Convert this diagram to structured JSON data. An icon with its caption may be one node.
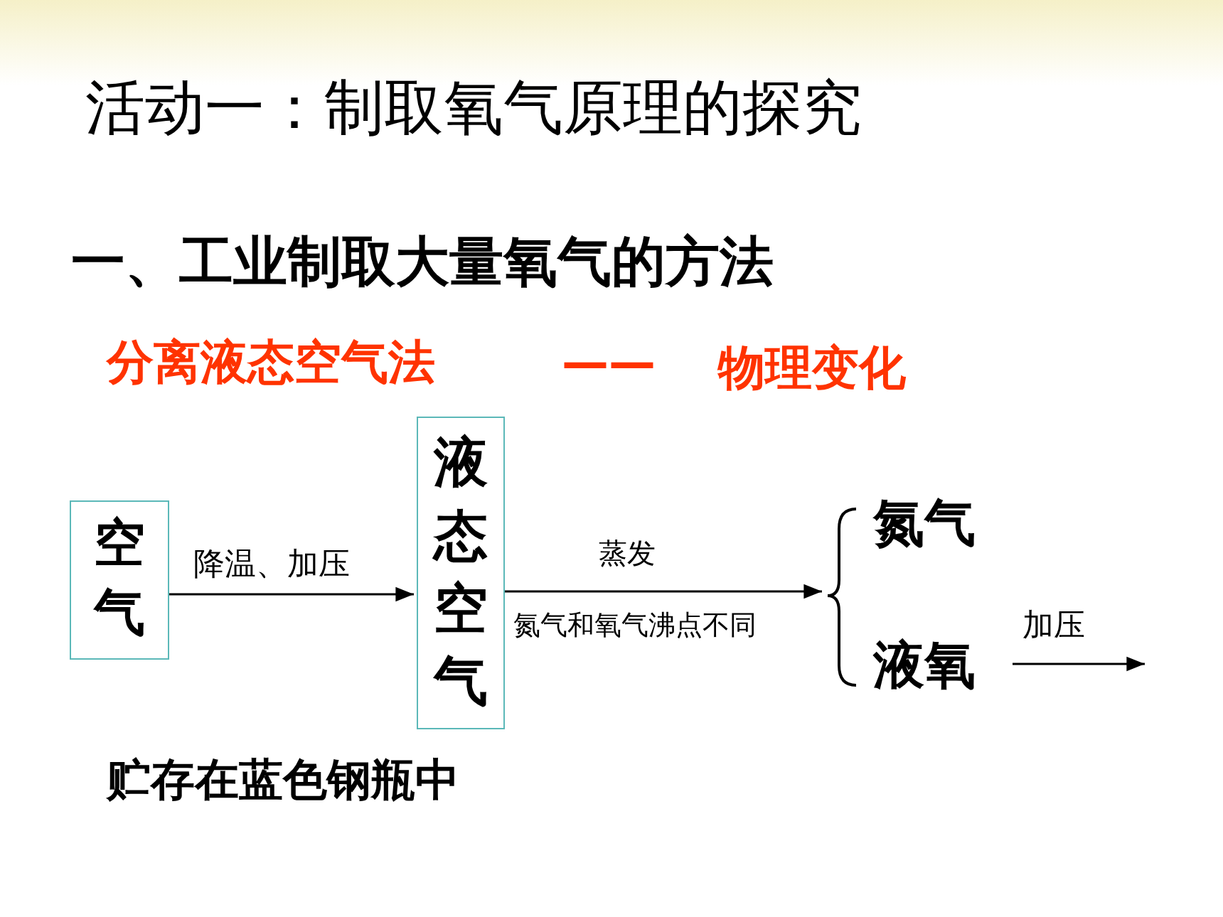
{
  "diagram": {
    "title": "活动一：制取氧气原理的探究",
    "nodes": [
      {
        "text": [
          "空气"
        ]
      },
      {
        "text": [
          "液态空气"
        ]
      },
      {
        "text": [
          "氮气"
        ]
      },
      {
        "text": [
          "液氧"
        ]
      }
    ],
    "edges": [
      {
        "from": 0,
        "to": 1,
        "arrow": "to",
        "label": "降温、加压"
      },
      {
        "from": 1,
        "to": 2,
        "arrow": "to",
        "label": "蒸发"
      },
      {
        "from": 1,
        "to": 3,
        "arrow": "to",
        "label": "氮气和氧气沸点不同"
      },
      {
        "from": 3,
        "to": null,
        "arrow": "to",
        "label": "加压"
      }
    ],
    "labels": [
      "一、工业制取大量氧气的方法",
      "分离液态空气法",
      "——",
      "物理变化",
      "贮存在蓝色钢瓶中"
    ]
  }
}
